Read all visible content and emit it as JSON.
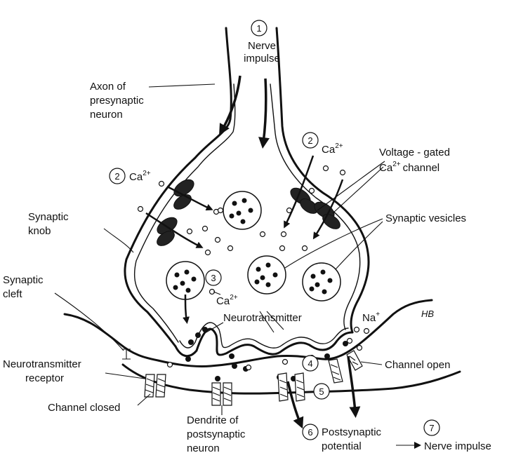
{
  "steps": [
    "1",
    "2",
    "2",
    "3",
    "4",
    "5",
    "6",
    "7"
  ],
  "labels": {
    "nerve_impulse_top_1": "Nerve",
    "nerve_impulse_top_2": "impulse",
    "axon_1": "Axon of",
    "axon_2": "presynaptic",
    "axon_3": "neuron",
    "ca_left": "Ca",
    "ca_right": "Ca",
    "ca_lower": "Ca",
    "ca_charge": "2+",
    "vg_1": "Voltage - gated",
    "vg_2": "Ca",
    "vg_2b": "channel",
    "syn_knob_1": "Synaptic",
    "syn_knob_2": "knob",
    "syn_vesicles": "Synaptic vesicles",
    "syn_cleft_1": "Synaptic",
    "syn_cleft_2": "cleft",
    "neurotransmitter": "Neurotransmitter",
    "na": "Na",
    "na_charge": "+",
    "nt_receptor_1": "Neurotransmitter",
    "nt_receptor_2": "receptor",
    "channel_closed": "Channel closed",
    "channel_open": "Channel open",
    "dendrite_1": "Dendrite of",
    "dendrite_2": "postsynaptic",
    "dendrite_3": "neuron",
    "postsyn_1": "Postsynaptic",
    "postsyn_2": "potential",
    "nerve_impulse_bottom": "Nerve impulse",
    "signature": "HB"
  }
}
